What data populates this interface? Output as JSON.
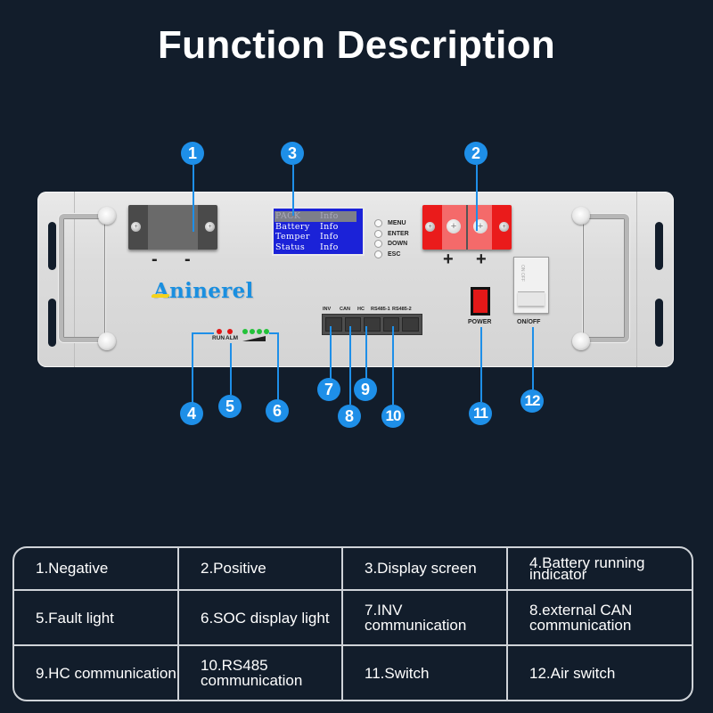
{
  "title": "Function Description",
  "device": {
    "brand": "Aninerel",
    "lcd": {
      "rows": [
        {
          "key": "PACK",
          "value": "Info",
          "selected": true
        },
        {
          "key": "Battery",
          "value": "Info",
          "selected": false
        },
        {
          "key": "Temper",
          "value": "Info",
          "selected": false
        },
        {
          "key": "Status",
          "value": "Info",
          "selected": false
        }
      ]
    },
    "buttons": [
      "MENU",
      "ENTER",
      "DOWN",
      "ESC"
    ],
    "negative_marks": [
      "-",
      "-"
    ],
    "positive_marks": [
      "+",
      "+"
    ],
    "indicator_labels": {
      "run": "RUN",
      "alm": "ALM"
    },
    "port_labels": [
      "INV",
      "CAN",
      "HC",
      "RS485-1",
      "RS485-2"
    ],
    "power_label": "POWER",
    "air_switch_label": "ON/OFF",
    "air_switch_face_text": "ON OFF",
    "colors": {
      "callout": "#1e8fe8",
      "negative_terminal": "#4a4a4a",
      "positive_terminal": "#ea1b1b",
      "lcd": "#1b22d8",
      "run_led": "#e01515",
      "soc_led": "#23c23a",
      "background": "#121d2b"
    }
  },
  "callouts": [
    "1",
    "2",
    "3",
    "4",
    "5",
    "6",
    "7",
    "8",
    "9",
    "10",
    "11",
    "12"
  ],
  "legend": {
    "rows": [
      [
        "1.Negative",
        "2.Positive",
        "3.Display screen",
        "4.Battery running indicator"
      ],
      [
        "5.Fault light",
        "6.SOC display light",
        "7.INV communication",
        "8.external CAN communication"
      ],
      [
        "9.HC communication",
        "10.RS485 communication",
        "11.Switch",
        "12.Air switch"
      ]
    ]
  }
}
